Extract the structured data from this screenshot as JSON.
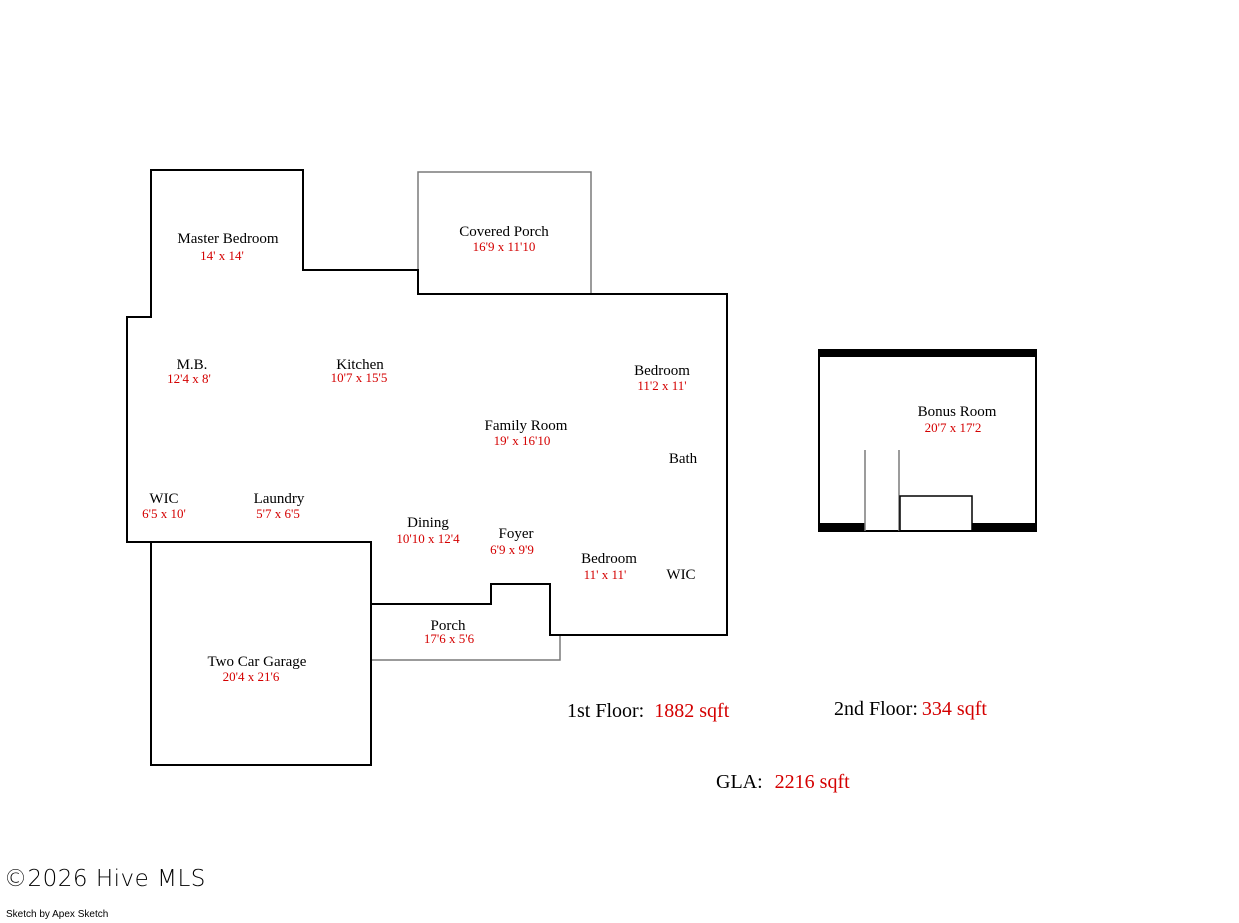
{
  "rooms": {
    "master_bedroom": {
      "name": "Master Bedroom",
      "dim": "14' x 14'"
    },
    "covered_porch": {
      "name": "Covered Porch",
      "dim": "16'9 x 11'10"
    },
    "mb": {
      "name": "M.B.",
      "dim": "12'4 x 8'"
    },
    "kitchen": {
      "name": "Kitchen",
      "dim": "10'7 x 15'5"
    },
    "bedroom_1": {
      "name": "Bedroom",
      "dim": "11'2 x 11'"
    },
    "family_room": {
      "name": "Family Room",
      "dim": "19' x 16'10"
    },
    "bath": {
      "name": "Bath"
    },
    "wic_1": {
      "name": "WIC",
      "dim": "6'5 x 10'"
    },
    "laundry": {
      "name": "Laundry",
      "dim": "5'7 x 6'5"
    },
    "dining": {
      "name": "Dining",
      "dim": "10'10 x 12'4"
    },
    "foyer": {
      "name": "Foyer",
      "dim": "6'9 x 9'9"
    },
    "bedroom_2": {
      "name": "Bedroom",
      "dim": "11' x 11'"
    },
    "wic_2": {
      "name": "WIC"
    },
    "porch": {
      "name": "Porch",
      "dim": "17'6 x 5'6"
    },
    "garage": {
      "name": "Two Car Garage",
      "dim": "20'4 x 21'6"
    },
    "bonus_room": {
      "name": "Bonus Room",
      "dim": "20'7 x 17'2"
    }
  },
  "summary": {
    "first_floor_label": "1st Floor:",
    "first_floor_value": "1882 sqft",
    "second_floor_label": "2nd Floor:",
    "second_floor_value": "334 sqft",
    "gla_label": "GLA:",
    "gla_value": "2216 sqft"
  },
  "footer": {
    "copyright": "©2026 Hive MLS",
    "credit": "Sketch by Apex Sketch"
  },
  "colors": {
    "wall": "#000000",
    "outline_light": "#7a7a7a",
    "dimension_text": "#d40000"
  }
}
